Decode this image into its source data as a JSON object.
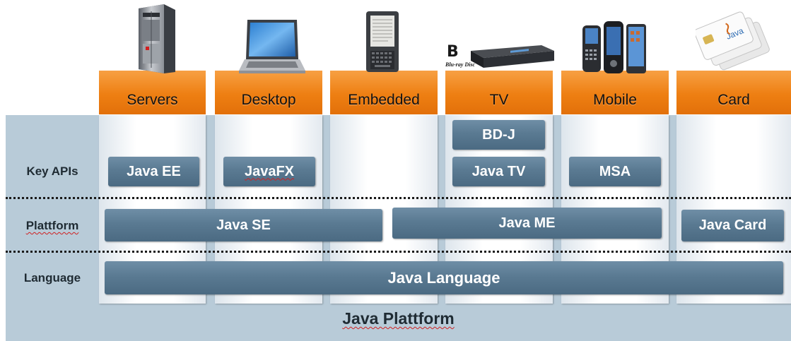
{
  "columns": [
    {
      "label": "Servers",
      "device": "server-rack-icon"
    },
    {
      "label": "Desktop",
      "device": "laptop-icon"
    },
    {
      "label": "Embedded",
      "device": "ereader-icon"
    },
    {
      "label": "TV",
      "device": "bluray-player-icon"
    },
    {
      "label": "Mobile",
      "device": "mobile-phones-icon"
    },
    {
      "label": "Card",
      "device": "smart-card-icon"
    }
  ],
  "rows": {
    "key_apis": "Key APIs",
    "platform": "Plattform",
    "language": "Language"
  },
  "key_apis": {
    "servers": "Java EE",
    "desktop": "JavaFX",
    "tv_top": "BD-J",
    "tv_bottom": "Java TV",
    "mobile": "MSA"
  },
  "platforms": {
    "se": "Java SE",
    "me": "Java ME",
    "card": "Java Card"
  },
  "language_bar": "Java Language",
  "footer": "Java Plattform",
  "device_text": {
    "bluray_logo": "Blu-ray Disc",
    "card_brand": "Java"
  },
  "colors": {
    "header_orange": "#ee7f12",
    "box_slate": "#5a7a92",
    "band_blue": "#b8cbd8"
  }
}
